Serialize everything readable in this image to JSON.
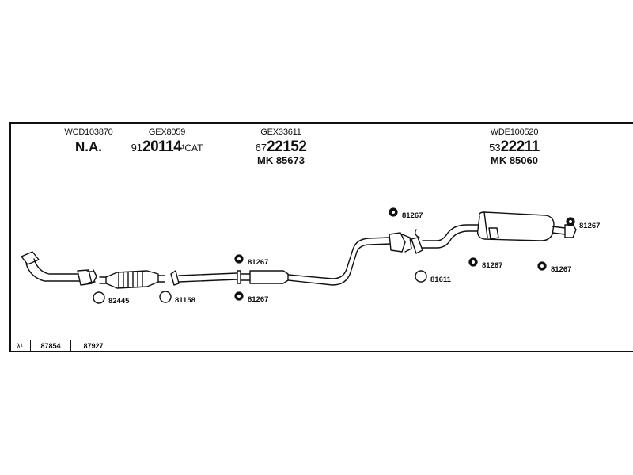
{
  "columns": [
    {
      "code": "WCD103870",
      "main": "N.A.",
      "mk": ""
    },
    {
      "code": "GEX8059",
      "prefix": "91",
      "main": "20114",
      "suffix": "¹CAT",
      "mk": ""
    },
    {
      "code": "GEX33611",
      "prefix": "67",
      "main": "22152",
      "suffix": "",
      "mk": "MK 85673"
    },
    {
      "code": "WDE100520",
      "prefix": "53",
      "main": "22211",
      "suffix": "",
      "mk": "MK 85060"
    }
  ],
  "part_labels": {
    "front_clamp_ring": "82445",
    "cat_ring": "81158",
    "mid_hanger_top": "81267",
    "mid_hanger_bottom": "81267",
    "rear_hanger_top": "81267",
    "joint_ring": "81611",
    "muffler_hanger_left": "81267",
    "muffler_hanger_right": "81267",
    "tail_hanger": "81267"
  },
  "sensor_table": {
    "symbol": "λ¹",
    "cells": [
      "87854",
      "87927",
      ""
    ]
  }
}
